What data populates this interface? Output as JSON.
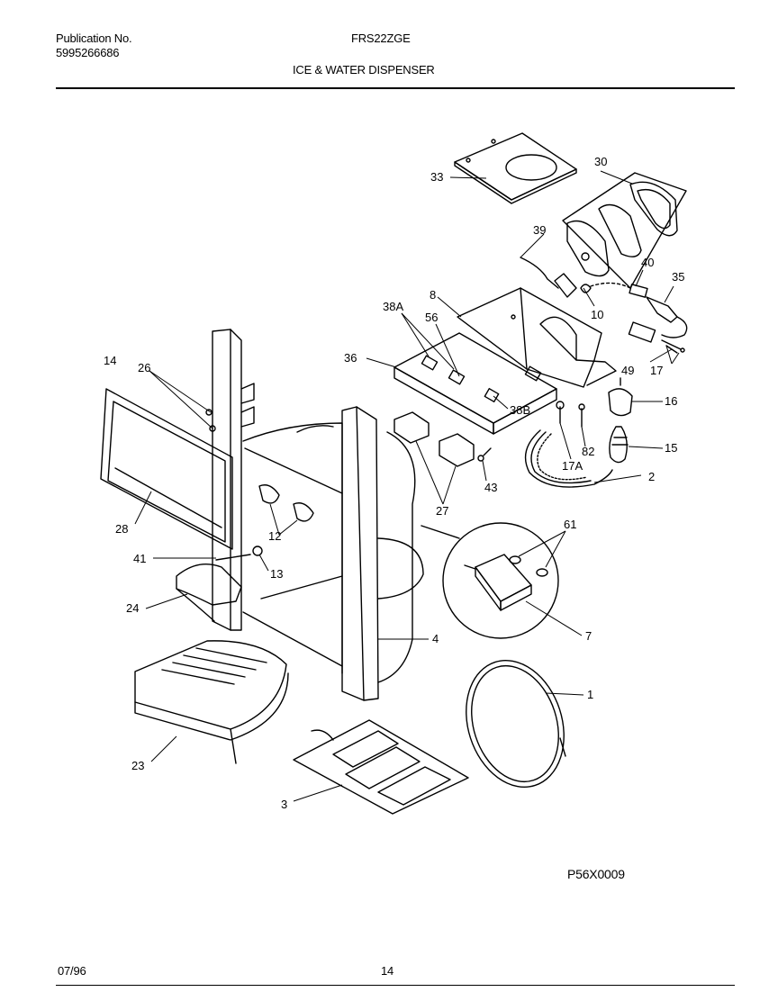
{
  "header": {
    "publication_label": "Publication No.",
    "publication_number": "5995266686",
    "model": "FRS22ZGE",
    "section_title": "ICE & WATER DISPENSER"
  },
  "diagram": {
    "code": "P56X0009",
    "callouts": {
      "c1": "1",
      "c2": "2",
      "c3": "3",
      "c4": "4",
      "c7": "7",
      "c8": "8",
      "c10": "10",
      "c12": "12",
      "c13": "13",
      "c14": "14",
      "c15": "15",
      "c16": "16",
      "c17": "17",
      "c17a": "17A",
      "c23": "23",
      "c24": "24",
      "c26": "26",
      "c27": "27",
      "c28": "28",
      "c30": "30",
      "c33": "33",
      "c35": "35",
      "c36": "36",
      "c38a": "38A",
      "c38b": "38B",
      "c39": "39",
      "c40": "40",
      "c41": "41",
      "c43": "43",
      "c49": "49",
      "c56": "56",
      "c61": "61",
      "c82": "82"
    }
  },
  "footer": {
    "date": "07/96",
    "page": "14"
  }
}
